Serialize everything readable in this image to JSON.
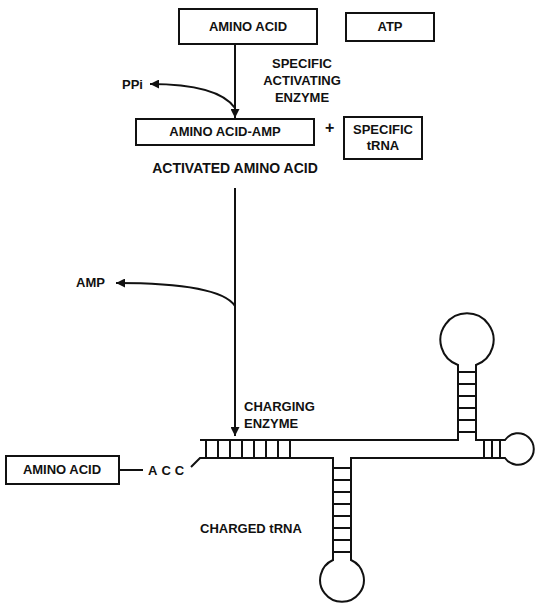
{
  "diagram": {
    "nodes": [
      {
        "text": [
          "AMINO ACID"
        ]
      },
      {
        "text": [
          "ATP"
        ]
      },
      {
        "text": [
          "AMINO ACID-AMP"
        ]
      },
      {
        "text": [
          "SPECIFIC tRNA"
        ]
      },
      {
        "text": [
          "AMINO ACID"
        ]
      }
    ],
    "edges": [
      {
        "from": 0,
        "to": 2,
        "arrow": "to"
      }
    ],
    "labels": [
      "SPECIFIC ACTIVATING ENZYME",
      "PPi",
      "+",
      "ACTIVATED AMINO ACID",
      "AMP",
      "CHARGING ENZYME",
      "ACC",
      "CHARGED tRNA"
    ]
  }
}
